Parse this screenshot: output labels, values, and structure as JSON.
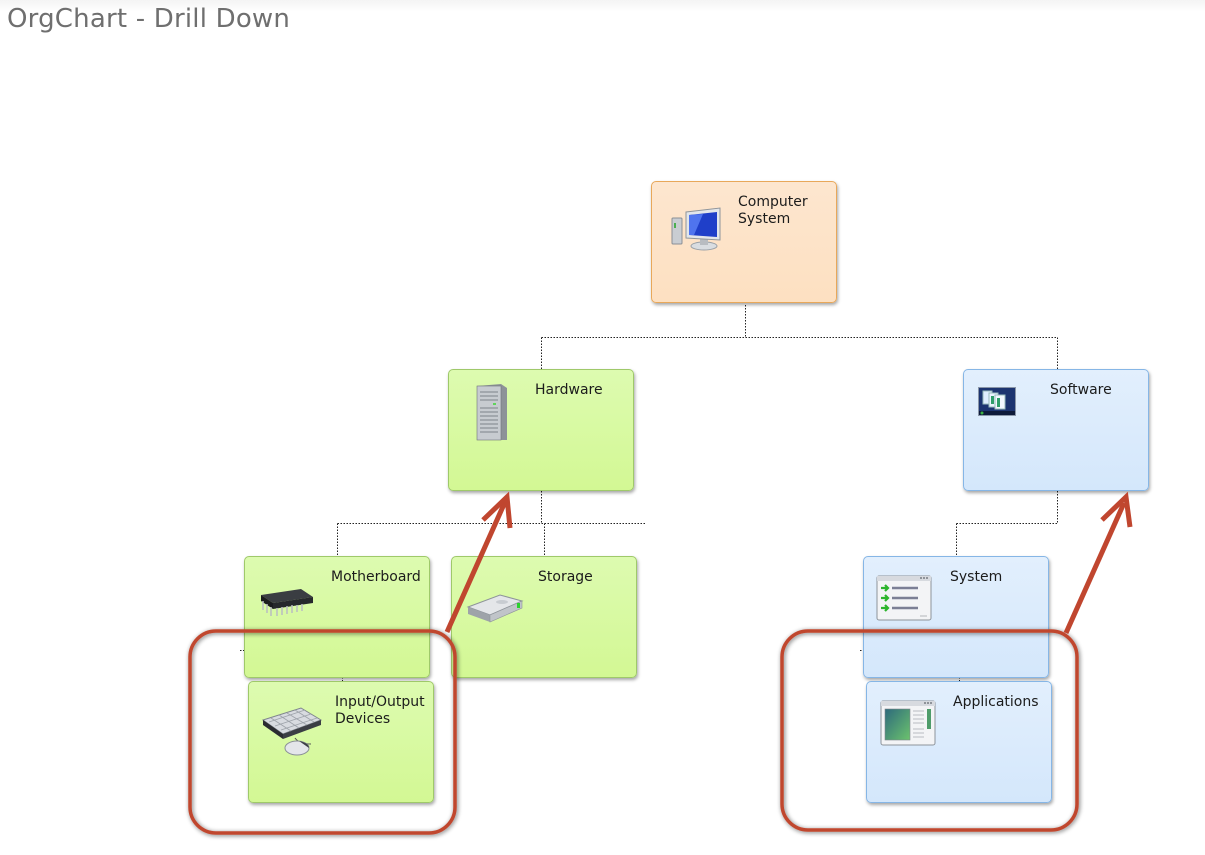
{
  "page": {
    "title": "OrgChart - Drill Down"
  },
  "nodes": {
    "computer_system": {
      "label": "Computer System",
      "icon": "computer-monitor-icon",
      "color": "#fde3c8",
      "border": "#e8a85a"
    },
    "hardware": {
      "label": "Hardware",
      "icon": "server-tower-icon",
      "color": "#d8fa9f",
      "border": "#9fc96a"
    },
    "software": {
      "label": "Software",
      "icon": "software-windows-icon",
      "color": "#dcebfc",
      "border": "#86b6e6"
    },
    "motherboard": {
      "label": "Motherboard",
      "icon": "chip-icon",
      "color": "#d8fa9f",
      "border": "#9fc96a"
    },
    "storage": {
      "label": "Storage",
      "icon": "hard-drive-icon",
      "color": "#d8fa9f",
      "border": "#9fc96a"
    },
    "io_devices": {
      "label": "Input/Output Devices",
      "icon": "keyboard-mouse-icon",
      "color": "#d8fa9f",
      "border": "#9fc96a"
    },
    "system": {
      "label": "System",
      "icon": "list-window-icon",
      "color": "#dcebfc",
      "border": "#86b6e6"
    },
    "applications": {
      "label": "Applications",
      "icon": "application-window-icon",
      "color": "#dcebfc",
      "border": "#86b6e6"
    }
  },
  "hierarchy": [
    {
      "parent": "Computer System",
      "children": [
        "Hardware",
        "Software"
      ]
    },
    {
      "parent": "Hardware",
      "children": [
        "Motherboard",
        "Storage"
      ]
    },
    {
      "parent": "Motherboard",
      "children": [
        "Input/Output Devices"
      ]
    },
    {
      "parent": "Software",
      "children": [
        "System"
      ]
    },
    {
      "parent": "System",
      "children": [
        "Applications"
      ]
    }
  ],
  "annotations": {
    "color": "#c0462f",
    "highlights": [
      {
        "target": "Input/Output Devices",
        "arrow_to": "Hardware"
      },
      {
        "target": "Applications",
        "arrow_to": "Software"
      }
    ]
  }
}
